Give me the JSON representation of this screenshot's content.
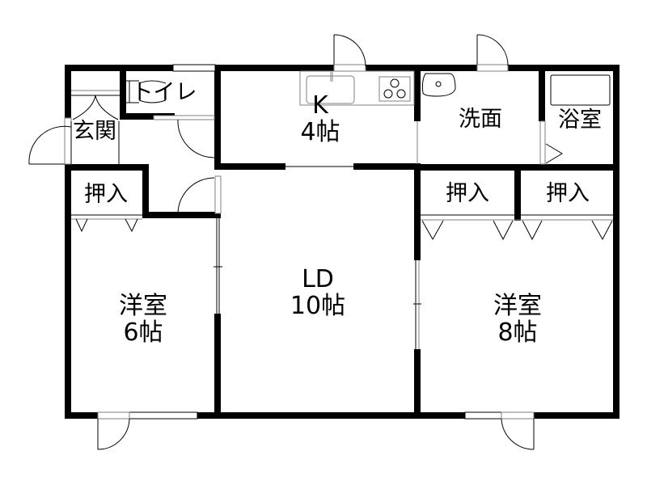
{
  "floor_plan": {
    "type": "apartment floor plan",
    "layout": "2LDK",
    "colors": {
      "wall": "#000000",
      "fixture": "#808080",
      "background": "#ffffff"
    },
    "rooms": [
      {
        "id": "entrance",
        "name": "玄関",
        "size": ""
      },
      {
        "id": "toilet",
        "name": "トイレ",
        "size": ""
      },
      {
        "id": "kitchen",
        "name": "K",
        "size": "4帖"
      },
      {
        "id": "washroom",
        "name": "洗面",
        "size": ""
      },
      {
        "id": "bathroom",
        "name": "浴室",
        "size": ""
      },
      {
        "id": "closet-left",
        "name": "押入",
        "size": ""
      },
      {
        "id": "living-dining",
        "name": "LD",
        "size": "10帖"
      },
      {
        "id": "closet-right-1",
        "name": "押入",
        "size": ""
      },
      {
        "id": "closet-right-2",
        "name": "押入",
        "size": ""
      },
      {
        "id": "western-room-left",
        "name": "洋室",
        "size": "6帖"
      },
      {
        "id": "western-room-right",
        "name": "洋室",
        "size": "8帖"
      }
    ],
    "fixtures": [
      "kitchen-sink",
      "stove-3-burner",
      "wash-basin",
      "bathtub",
      "toilet"
    ]
  }
}
